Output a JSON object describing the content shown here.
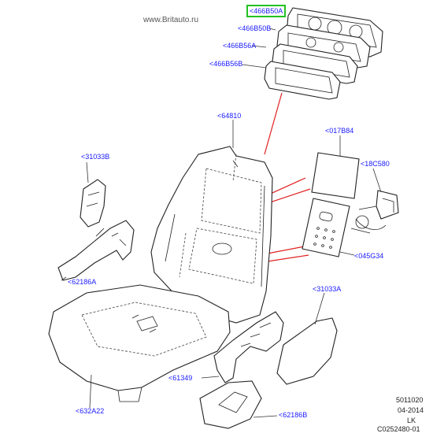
{
  "watermark": "www.Britauto.ru",
  "colors": {
    "label": "#1a1aff",
    "highlight": "#22c222",
    "pointer": "#e02020"
  },
  "labels": {
    "l466B50A": "<466B50A",
    "l466B50B": "<466B50B",
    "l466B56A": "<466B56A",
    "l466B56B": "<466B56B",
    "l64810": "<64810",
    "l017B84": "<017B84",
    "l31033B": "<31033B",
    "l18C580": "<18C580",
    "l045G34": "<045G34",
    "l62186A": "<62186A",
    "l31033A": "<31033A",
    "l61349": "<61349",
    "l632A22": "<632A22",
    "l62186B": "<62186B"
  },
  "meta": {
    "code": "5011020",
    "date": "04-2014",
    "author": "LK",
    "ref": "C0252480-01"
  }
}
